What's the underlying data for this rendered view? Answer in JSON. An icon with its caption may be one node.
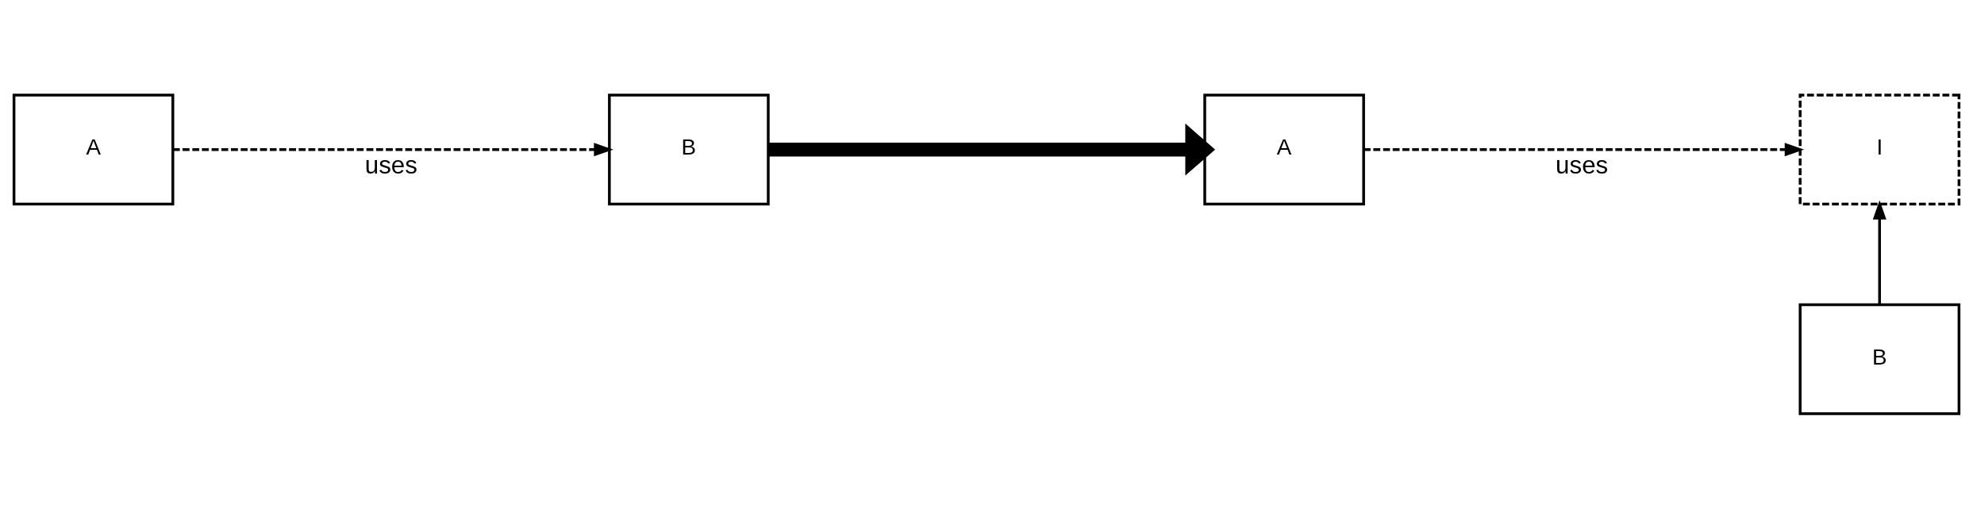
{
  "diagram": {
    "nodes": [
      {
        "text": [
          "A"
        ]
      },
      {
        "text": [
          "B"
        ]
      },
      {
        "text": [
          "A"
        ]
      },
      {
        "text": [
          "I"
        ]
      },
      {
        "text": [
          "B"
        ]
      }
    ],
    "edges": [
      {
        "from": 0,
        "to": 1,
        "arrow": "to",
        "label": "uses",
        "style": "dashed"
      },
      {
        "from": 1,
        "to": 2,
        "arrow": "to",
        "style": "thick"
      },
      {
        "from": 2,
        "to": 3,
        "arrow": "to",
        "label": "uses",
        "style": "dashed"
      },
      {
        "from": 4,
        "to": 3,
        "arrow": "to"
      }
    ]
  }
}
